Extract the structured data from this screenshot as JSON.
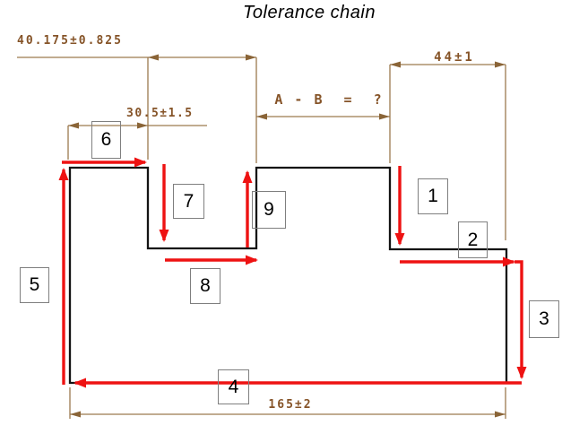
{
  "title": "Tolerance chain",
  "colors": {
    "dimension_line": "#9c7a4e",
    "dimension_text": "#855327",
    "chain_arrow_red": "#ee1212",
    "part_outline": "#141414",
    "box_border": "#7f7f7f"
  },
  "dimensions": {
    "top_left": "40.175±0.825",
    "middle_left": "30.5±1.5",
    "question": "A - B  =  ?",
    "top_right": "44±1",
    "bottom": "165±2"
  },
  "chain": {
    "boxes": [
      {
        "label": "1"
      },
      {
        "label": "2"
      },
      {
        "label": "3"
      },
      {
        "label": "4"
      },
      {
        "label": "5"
      },
      {
        "label": "6"
      },
      {
        "label": "7"
      },
      {
        "label": "8"
      },
      {
        "label": "9"
      }
    ]
  }
}
